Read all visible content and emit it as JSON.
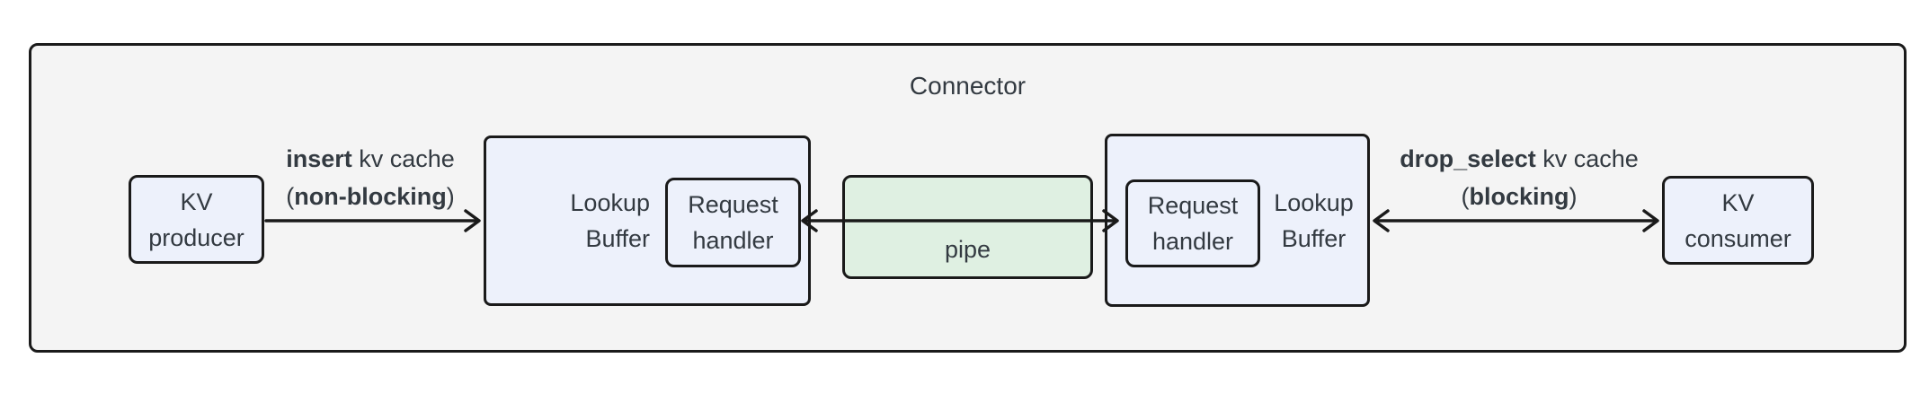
{
  "title": "Connector",
  "nodes": {
    "kv_producer": {
      "line1": "KV",
      "line2": "producer"
    },
    "lookup_buffer_left": {
      "line1": "Lookup",
      "line2": "Buffer"
    },
    "request_handler_left": {
      "line1": "Request",
      "line2": "handler"
    },
    "pipe": {
      "label": "pipe"
    },
    "request_handler_right": {
      "line1": "Request",
      "line2": "handler"
    },
    "lookup_buffer_right": {
      "line1": "Lookup",
      "line2": "Buffer"
    },
    "kv_consumer": {
      "line1": "KV",
      "line2": "consumer"
    }
  },
  "edges": {
    "insert": {
      "bold": "insert",
      "rest": " kv cache",
      "paren_open": "(",
      "bold2": "non-blocking",
      "paren_close": ")"
    },
    "drop_select": {
      "bold": "drop_select",
      "rest": " kv cache",
      "paren_open": "(",
      "bold2": "blocking",
      "paren_close": ")"
    }
  },
  "colors": {
    "container_fill": "#f4f4f4",
    "node_fill": "#edf1fb",
    "pipe_fill": "#dff0e2",
    "stroke": "#1a1a1a",
    "text": "#333a41"
  }
}
